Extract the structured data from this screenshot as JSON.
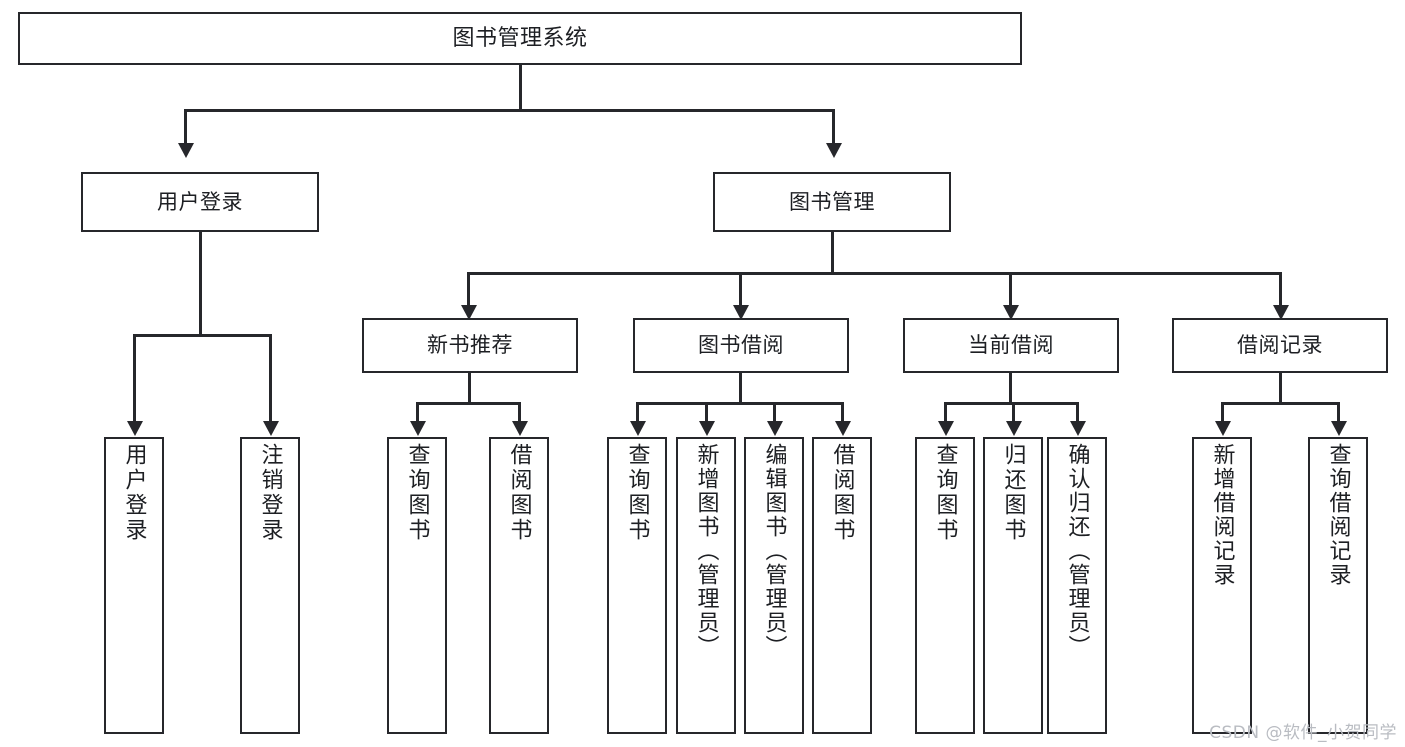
{
  "diagram": {
    "type": "tree-hierarchy",
    "title": "图书管理系统",
    "watermark": "CSDN @软件_小贺同学",
    "colors": {
      "box_border": "#26272b",
      "box_fill": "#ffffff",
      "connector": "#26272b",
      "text": "#1d1f23",
      "watermark": "#b9bcc2",
      "background": "#ffffff"
    },
    "root": {
      "label": "图书管理系统"
    },
    "level1": [
      {
        "label": "用户登录"
      },
      {
        "label": "图书管理"
      }
    ],
    "level2": [
      {
        "label": "新书推荐"
      },
      {
        "label": "图书借阅"
      },
      {
        "label": "当前借阅"
      },
      {
        "label": "借阅记录"
      }
    ],
    "leaves": {
      "user_login": [
        {
          "label": "用户登录"
        },
        {
          "label": "注销登录"
        }
      ],
      "new_book": [
        {
          "label": "查询图书"
        },
        {
          "label": "借阅图书"
        }
      ],
      "borrow_book": [
        {
          "label": "查询图书"
        },
        {
          "label": "新增图书（管理员）"
        },
        {
          "label": "编辑图书（管理员）"
        },
        {
          "label": "借阅图书"
        }
      ],
      "current_borrow": [
        {
          "label": "查询图书"
        },
        {
          "label": "归还图书"
        },
        {
          "label": "确认归还（管理员）"
        }
      ],
      "borrow_record": [
        {
          "label": "新增借阅记录"
        },
        {
          "label": "查询借阅记录"
        }
      ]
    }
  }
}
